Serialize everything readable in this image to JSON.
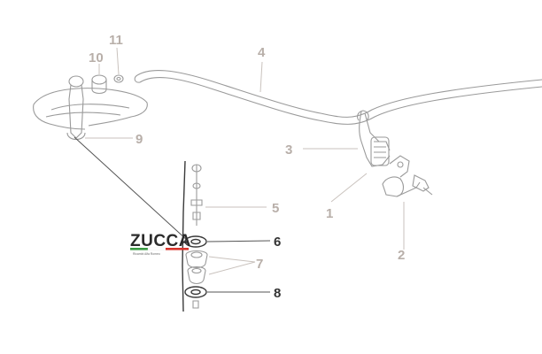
{
  "logo": {
    "text": "ZUCCA",
    "tagline": "Ricambi Alfa Romeo",
    "colors": {
      "green": "#3a9a44",
      "white": "#ffffff",
      "red": "#d8342c"
    }
  },
  "callouts": [
    {
      "id": "1",
      "text": "1",
      "style": "faded"
    },
    {
      "id": "2",
      "text": "2",
      "style": "faded"
    },
    {
      "id": "3",
      "text": "3",
      "style": "faded"
    },
    {
      "id": "4",
      "text": "4",
      "style": "faded"
    },
    {
      "id": "5",
      "text": "5",
      "style": "faded"
    },
    {
      "id": "6",
      "text": "6",
      "style": "strong"
    },
    {
      "id": "7",
      "text": "7",
      "style": "faded"
    },
    {
      "id": "8",
      "text": "8",
      "style": "strong"
    },
    {
      "id": "9",
      "text": "9",
      "style": "faded"
    },
    {
      "id": "10",
      "text": "10",
      "style": "faded"
    },
    {
      "id": "11",
      "text": "11",
      "style": "faded"
    }
  ]
}
